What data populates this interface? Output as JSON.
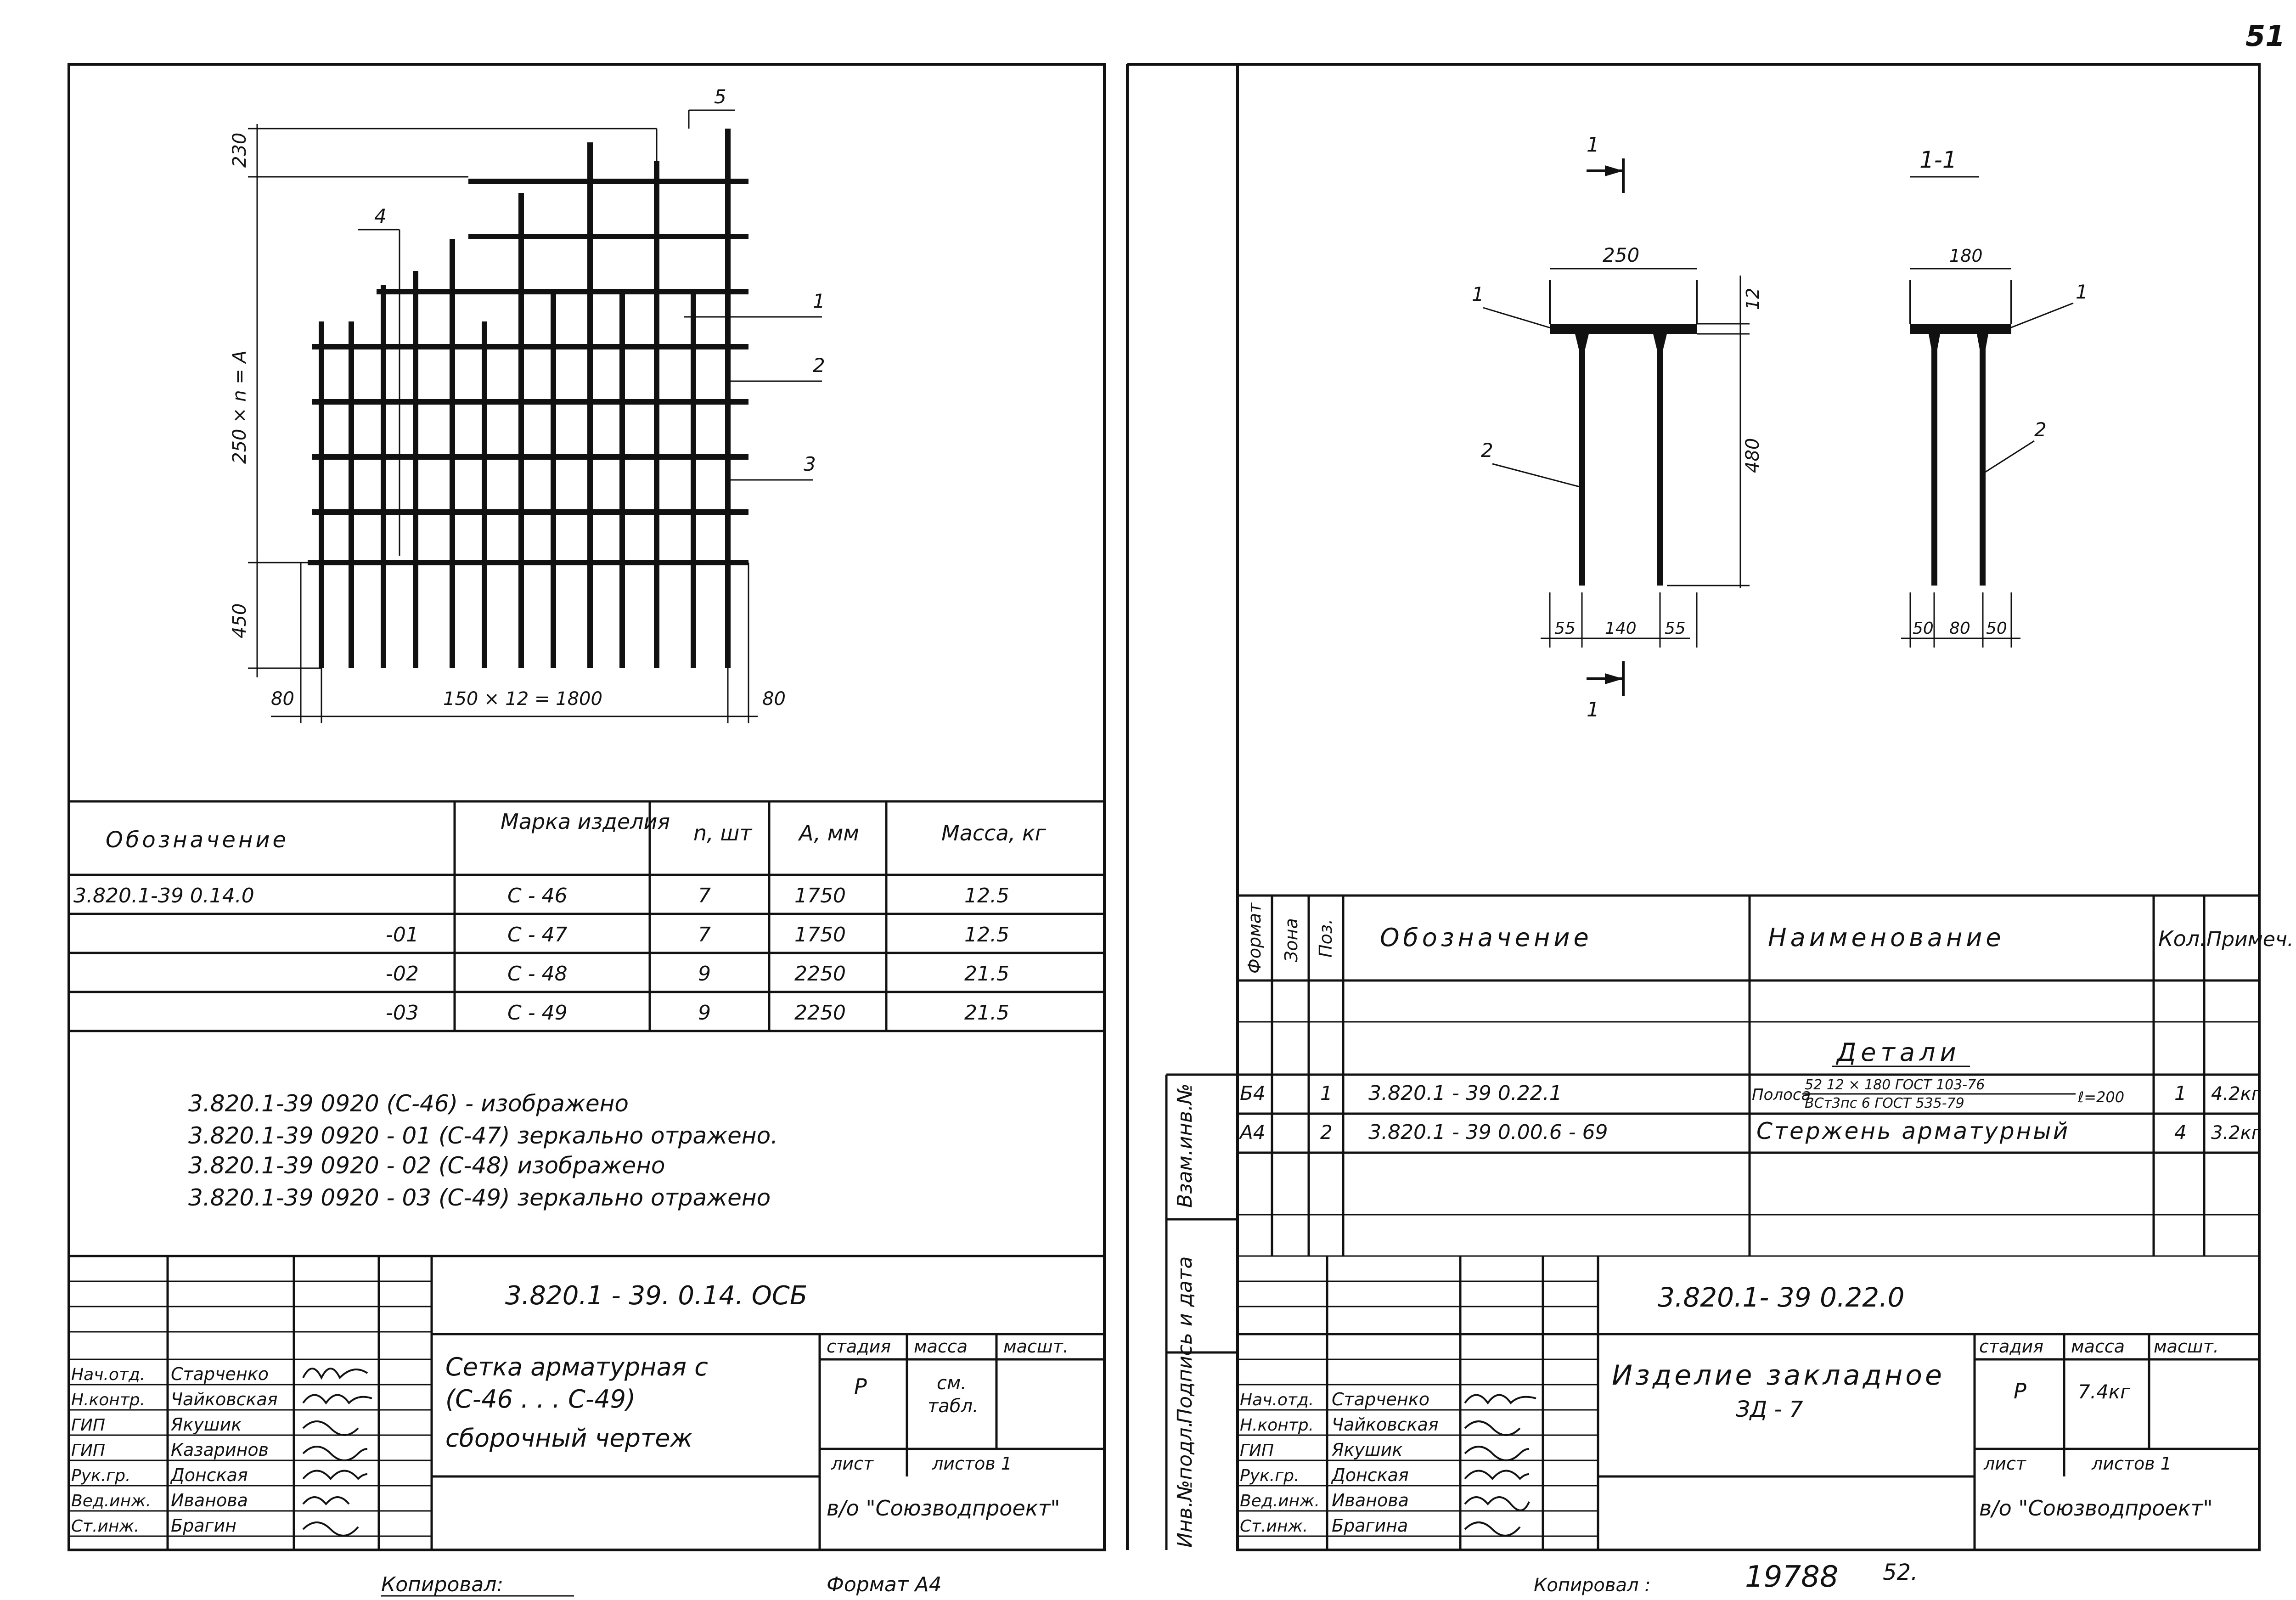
{
  "page_number": "51",
  "left_drawing": {
    "dims": {
      "d230": "230",
      "d250n": "250 × n = A",
      "d450": "450",
      "d80l": "80",
      "d1800": "150 × 12 = 1800",
      "d80r": "80"
    },
    "leaders": {
      "p1": "1",
      "p2": "2",
      "p3": "3",
      "p4": "4",
      "p5": "5"
    }
  },
  "left_table": {
    "headers": {
      "oboz": "Обозначение",
      "marka": "Марка\nизделия",
      "n": "n,\nшт",
      "a": "A,\nмм",
      "massa": "Масса,\nкг"
    },
    "rows": [
      {
        "oboz": "3.820.1-39  0.14.0",
        "marka": "С - 46",
        "n": "7",
        "a": "1750",
        "massa": "12.5"
      },
      {
        "oboz": "-01",
        "marka": "С - 47",
        "n": "7",
        "a": "1750",
        "massa": "12.5"
      },
      {
        "oboz": "-02",
        "marka": "С - 48",
        "n": "9",
        "a": "2250",
        "massa": "21.5"
      },
      {
        "oboz": "-03",
        "marka": "С - 49",
        "n": "9",
        "a": "2250",
        "massa": "21.5"
      }
    ]
  },
  "notes": {
    "l1": "3.820.1-39  0920  (С-46) - изображено",
    "l2": "3.820.1-39  0920 - 01  (С-47) зеркально отражено.",
    "l3": "3.820.1-39  0920 - 02  (С-48) изображено",
    "l4": "3.820.1-39  0920 - 03  (С-49) зеркально отражено"
  },
  "left_stamp": {
    "code": "3.820.1 - 39.  0.14.  ОСБ",
    "title1": "Сетка арматурная с",
    "title2": "(С-46 . . .  С-49)",
    "title3": "сборочный чертеж",
    "stadia_label": "стадия",
    "massa_label": "масса",
    "masht_label": "масшт.",
    "stadia": "Р",
    "massa_val1": "см.",
    "massa_val2": "табл.",
    "list_label": "лист",
    "listov_label": "листов 1",
    "org": "в/о \"Союзводпроект\"",
    "people": [
      {
        "role": "Нач.отд.",
        "name": "Старченко"
      },
      {
        "role": "Н.контр.",
        "name": "Чайковская"
      },
      {
        "role": "ГИП",
        "name": "Якушик"
      },
      {
        "role": "ГИП",
        "name": "Казаринов"
      },
      {
        "role": "Рук.гр.",
        "name": "Донская"
      },
      {
        "role": "Вед.инж.",
        "name": "Иванова"
      },
      {
        "role": "Ст.инж.",
        "name": "Брагин"
      }
    ]
  },
  "right_drawing": {
    "section_mark": "1",
    "section_title": "1-1",
    "d250": "250",
    "d12": "12",
    "d480": "480",
    "d55a": "55",
    "d140": "140",
    "d55b": "55",
    "d180": "180",
    "d50a": "50",
    "d80": "80",
    "d50b": "50",
    "p1a": "1",
    "p2a": "2",
    "p1b": "1",
    "p2b": "2"
  },
  "spec_table": {
    "headers": {
      "format": "Формат",
      "zona": "Зона",
      "poz": "Поз.",
      "oboz": "Обозначение",
      "naim": "Наименование",
      "kol": "Кол.",
      "prim": "Примеч."
    },
    "section": "Детали",
    "rows": [
      {
        "format": "Б4",
        "poz": "1",
        "oboz": "3.820.1 - 39   0.22.1",
        "naim_prefix": "Полоса",
        "frac_top": "52 12 × 180  ГОСТ 103-76",
        "frac_bot": "ВСт3пс 6  ГОСТ 535-79",
        "naim_suffix": "ℓ=200",
        "kol": "1",
        "prim": "4.2кг"
      },
      {
        "format": "А4",
        "poz": "2",
        "oboz": "3.820.1 - 39   0.00.6 - 69",
        "naim": "Стержень арматурный",
        "kol": "4",
        "prim": "3.2кг"
      }
    ]
  },
  "side_labels": {
    "vzam": "Взам.инв.№",
    "podp": "Подпись и дата",
    "inv": "Инв.№подл."
  },
  "right_stamp": {
    "code": "3.820.1- 39    0.22.0",
    "title1": "Изделие закладное",
    "title2": "ЗД - 7",
    "stadia_label": "стадия",
    "massa_label": "масса",
    "masht_label": "масшт.",
    "stadia": "Р",
    "massa_val": "7.4кг",
    "list_label": "лист",
    "listov_label": "листов 1",
    "org": "в/о \"Союзводпроект\"",
    "people": [
      {
        "role": "Нач.отд.",
        "name": "Старченко"
      },
      {
        "role": "Н.контр.",
        "name": "Чайковская"
      },
      {
        "role": "ГИП",
        "name": "Якушик"
      },
      {
        "role": "Рук.гр.",
        "name": "Донская"
      },
      {
        "role": "Вед.инж.",
        "name": "Иванова"
      },
      {
        "role": "Ст.инж.",
        "name": "Брагина"
      }
    ]
  },
  "footer": {
    "kopiroval_left": "Копировал:",
    "format": "Формат  А4",
    "kopiroval_right": "Копировал :",
    "number": "19788",
    "page2": "52."
  }
}
